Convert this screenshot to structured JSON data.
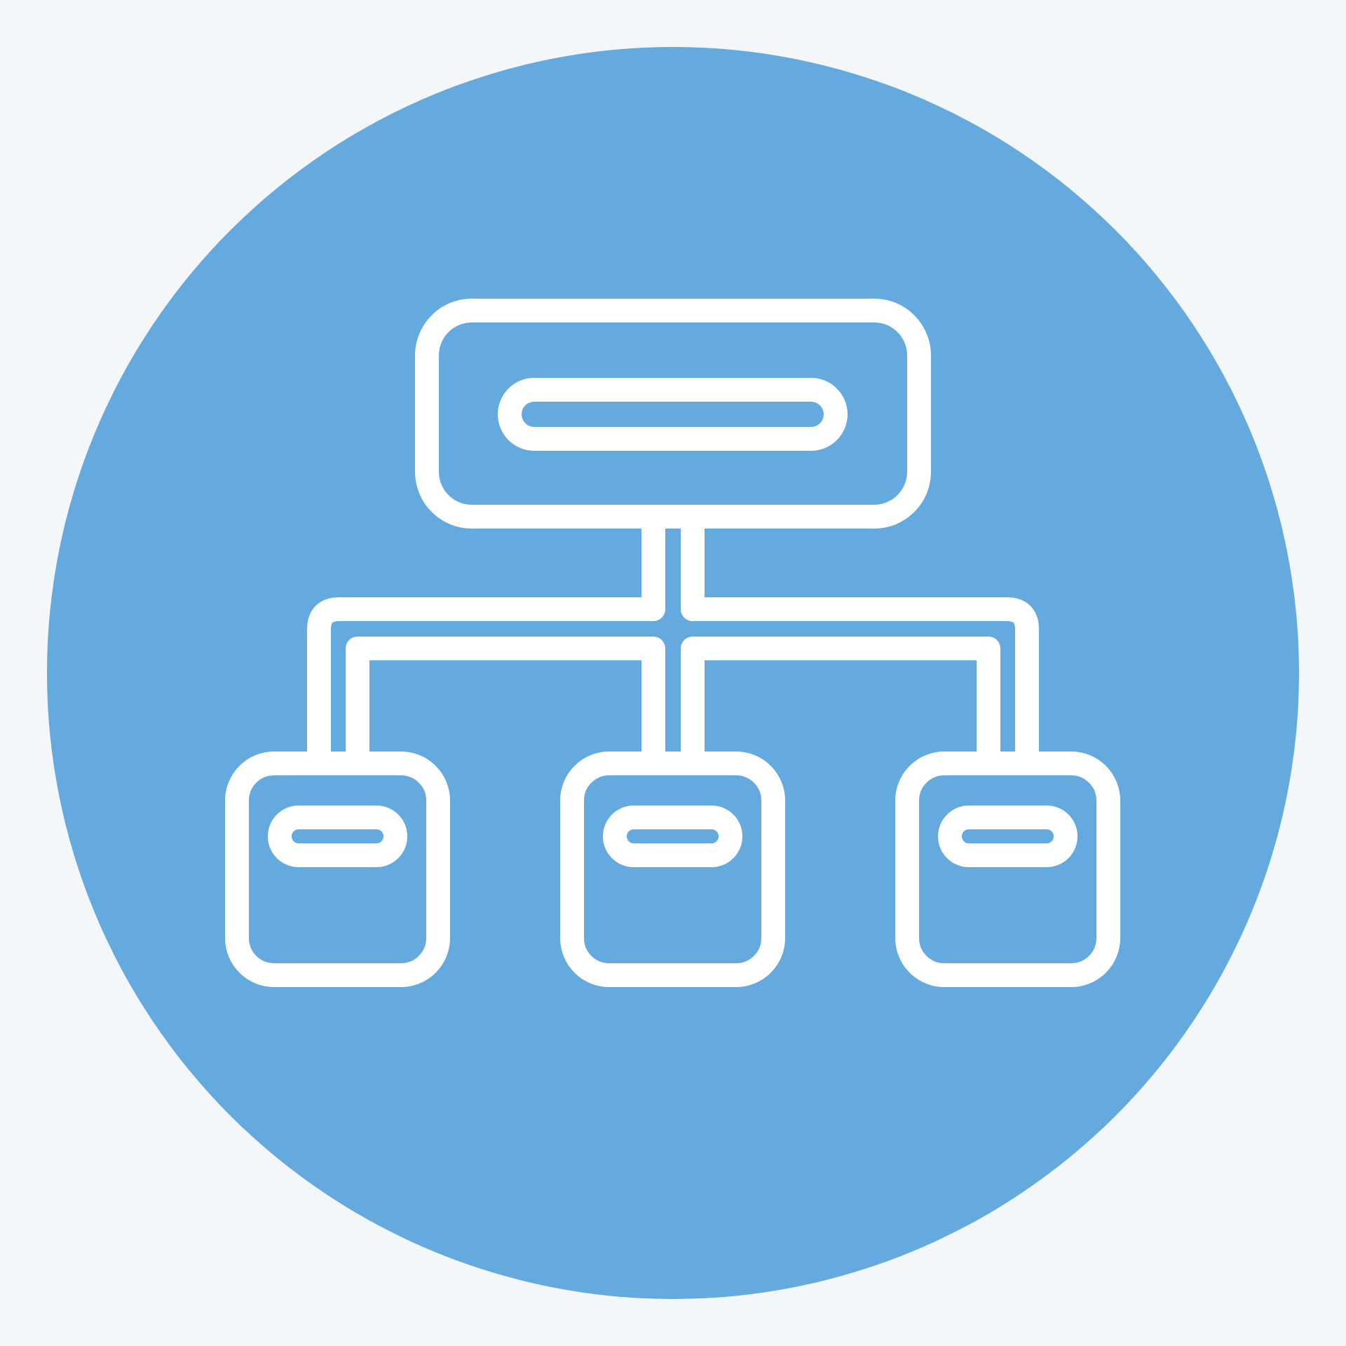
{
  "page": {
    "background_color": "#f3f7fa"
  },
  "icon": {
    "name": "hierarchy-org-chart-icon",
    "badge_color": "#64aadf",
    "stroke_color": "#ffffff",
    "root_node": {
      "name": "root-node",
      "has_label_bar": true
    },
    "child_nodes": [
      {
        "name": "child-node-left",
        "has_label_bar": true
      },
      {
        "name": "child-node-center",
        "has_label_bar": true
      },
      {
        "name": "child-node-right",
        "has_label_bar": true
      }
    ]
  }
}
